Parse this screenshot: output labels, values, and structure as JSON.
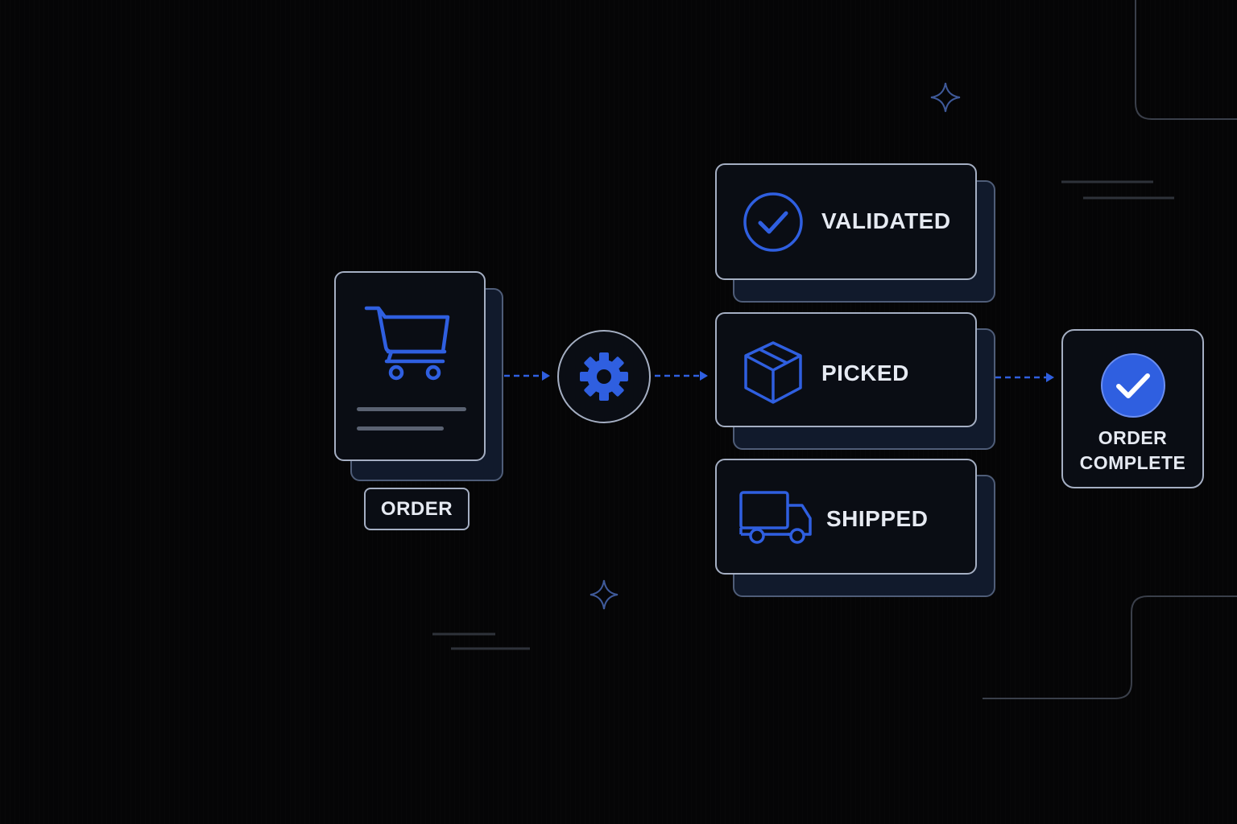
{
  "colors": {
    "background": "#050506",
    "accent_blue": "#2f5fe0",
    "card_border": "#a5afc3",
    "card_fill": "#0a0d14",
    "text": "#e6eaf2"
  },
  "nodes": {
    "order": {
      "label": "ORDER",
      "icon": "shopping-cart-icon"
    },
    "process": {
      "icon": "gear-icon"
    },
    "validated": {
      "label": "VALIDATED",
      "icon": "check-circle-icon"
    },
    "picked": {
      "label": "PICKED",
      "icon": "package-box-icon"
    },
    "shipped": {
      "label": "SHIPPED",
      "icon": "delivery-truck-icon"
    },
    "complete": {
      "label_line1": "ORDER",
      "label_line2": "COMPLETE",
      "icon": "check-badge-icon"
    }
  }
}
